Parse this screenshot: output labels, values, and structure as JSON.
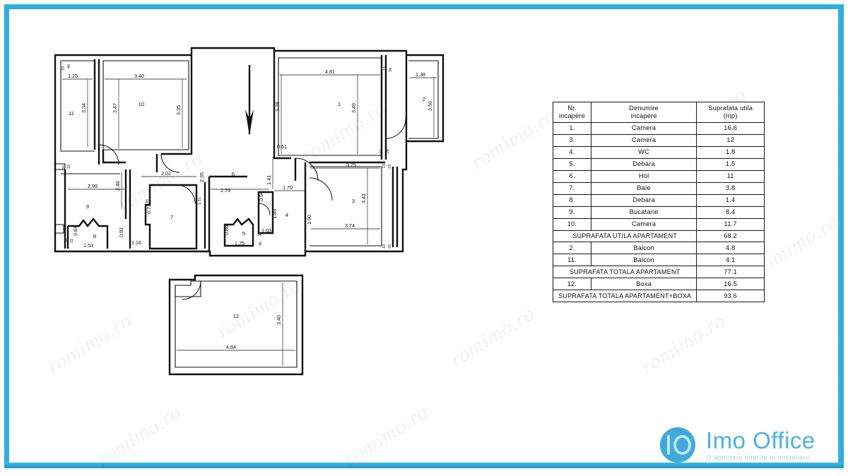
{
  "page": {
    "title": "Plan apartament",
    "watermark_text": "romimo.ro",
    "frame_color": "#2da8d8"
  },
  "north_arrow": {
    "name": "north-arrow",
    "direction": "down"
  },
  "table": {
    "headers": {
      "nr": "Nr.\nincapere",
      "nr_line1": "Nr.",
      "nr_line2": "incapere",
      "name_line1": "Denumire",
      "name_line2": "incapere",
      "area_line1": "Suprafata  utila",
      "area_line2": "(mp)"
    },
    "rows": [
      {
        "nr": "1.",
        "name": "Camera",
        "area": "16.6"
      },
      {
        "nr": "3.",
        "name": "Camera",
        "area": "12"
      },
      {
        "nr": "4.",
        "name": "WC",
        "area": "1.8"
      },
      {
        "nr": "5.",
        "name": "Debara",
        "area": "1.5"
      },
      {
        "nr": "6.",
        "name": "Hol",
        "area": "11"
      },
      {
        "nr": "7.",
        "name": "Baie",
        "area": "3.8"
      },
      {
        "nr": "8.",
        "name": "Debara",
        "area": "1.4"
      },
      {
        "nr": "9.",
        "name": "Bucatarie",
        "area": "8.4"
      },
      {
        "nr": "10.",
        "name": "Camera",
        "area": "11.7"
      }
    ],
    "summary1": {
      "label": "SUPRAFATA  UTILA  APARTAMENT",
      "area": "68.2"
    },
    "rows2": [
      {
        "nr": "2.",
        "name": "Balcon",
        "area": "4.8"
      },
      {
        "nr": "11.",
        "name": "Balcon",
        "area": "4.1"
      }
    ],
    "summary2": {
      "label": "SUPRAFATA  TOTALA  APARTAMENT",
      "area": "77.1"
    },
    "rows3": [
      {
        "nr": "12.",
        "name": "Boxa",
        "area": "16.5"
      }
    ],
    "summary3": {
      "label": "SUPRAFATA  TOTALA  APARTAMENT+BOXA",
      "area": "93.6"
    }
  },
  "plan": {
    "room_numbers": [
      "1",
      "2",
      "3",
      "4",
      "5",
      "6",
      "7",
      "8",
      "9",
      "10",
      "11",
      "12"
    ],
    "dimensions": {
      "room11_width": "1.25",
      "room11_height": "3.34",
      "room11_small_a": "33",
      "room11_small_b": "40",
      "room10_width": "3.40",
      "room10_height_left": "3.47",
      "room10_height_right": "3.35",
      "room1_width": "4.81",
      "room1_height_left": "3.38",
      "room1_height_right": "3.49",
      "room1_small_a": "15",
      "room1_small_b": "34",
      "room1_door_gap": "0.61",
      "room1_side_small_a": "27",
      "room1_side_small_b": "26",
      "room2_width": "1.38",
      "room2_height": "3.50",
      "room9_width": "2.99",
      "room9_height": "2.46",
      "room9_small_a": "20",
      "room9_small_b": "15",
      "room8_width": "1.53",
      "room8_height": "0.84",
      "room8_small_a": "28",
      "room8_small_b": "15",
      "room8_right_h": "0.92",
      "room8_right_w": "1.16",
      "room7_width": "2.02",
      "room7_height": "0.73",
      "room7_small": "35",
      "room6_width": "2.79",
      "room6_height": "2.35",
      "room6_small": "1.31",
      "hall_vert": "1.41",
      "hall_width": "1.70",
      "wc_small_vert": "0.94",
      "room4_width": "1.03",
      "room4_height": "1.89",
      "room5_width": "1.75",
      "room5_height": "0.86",
      "room5_small_a": "34",
      "room5_small_b": "45",
      "room3_width_top": "3.25",
      "room3_width_bottom": "3.74",
      "room3_height": "3.41",
      "room3_left_h": "1.90",
      "room3_small_a": "19",
      "room3_small_b": "23",
      "room3_small_c": "10",
      "room3_small_d": "25",
      "room12_width": "4.84",
      "room12_height": "3.40"
    }
  },
  "logo": {
    "mark": "io-monogram",
    "name": "Imo  Office",
    "tagline": "O abordare diferită în imobiliare",
    "color": "#4ab3e0"
  }
}
